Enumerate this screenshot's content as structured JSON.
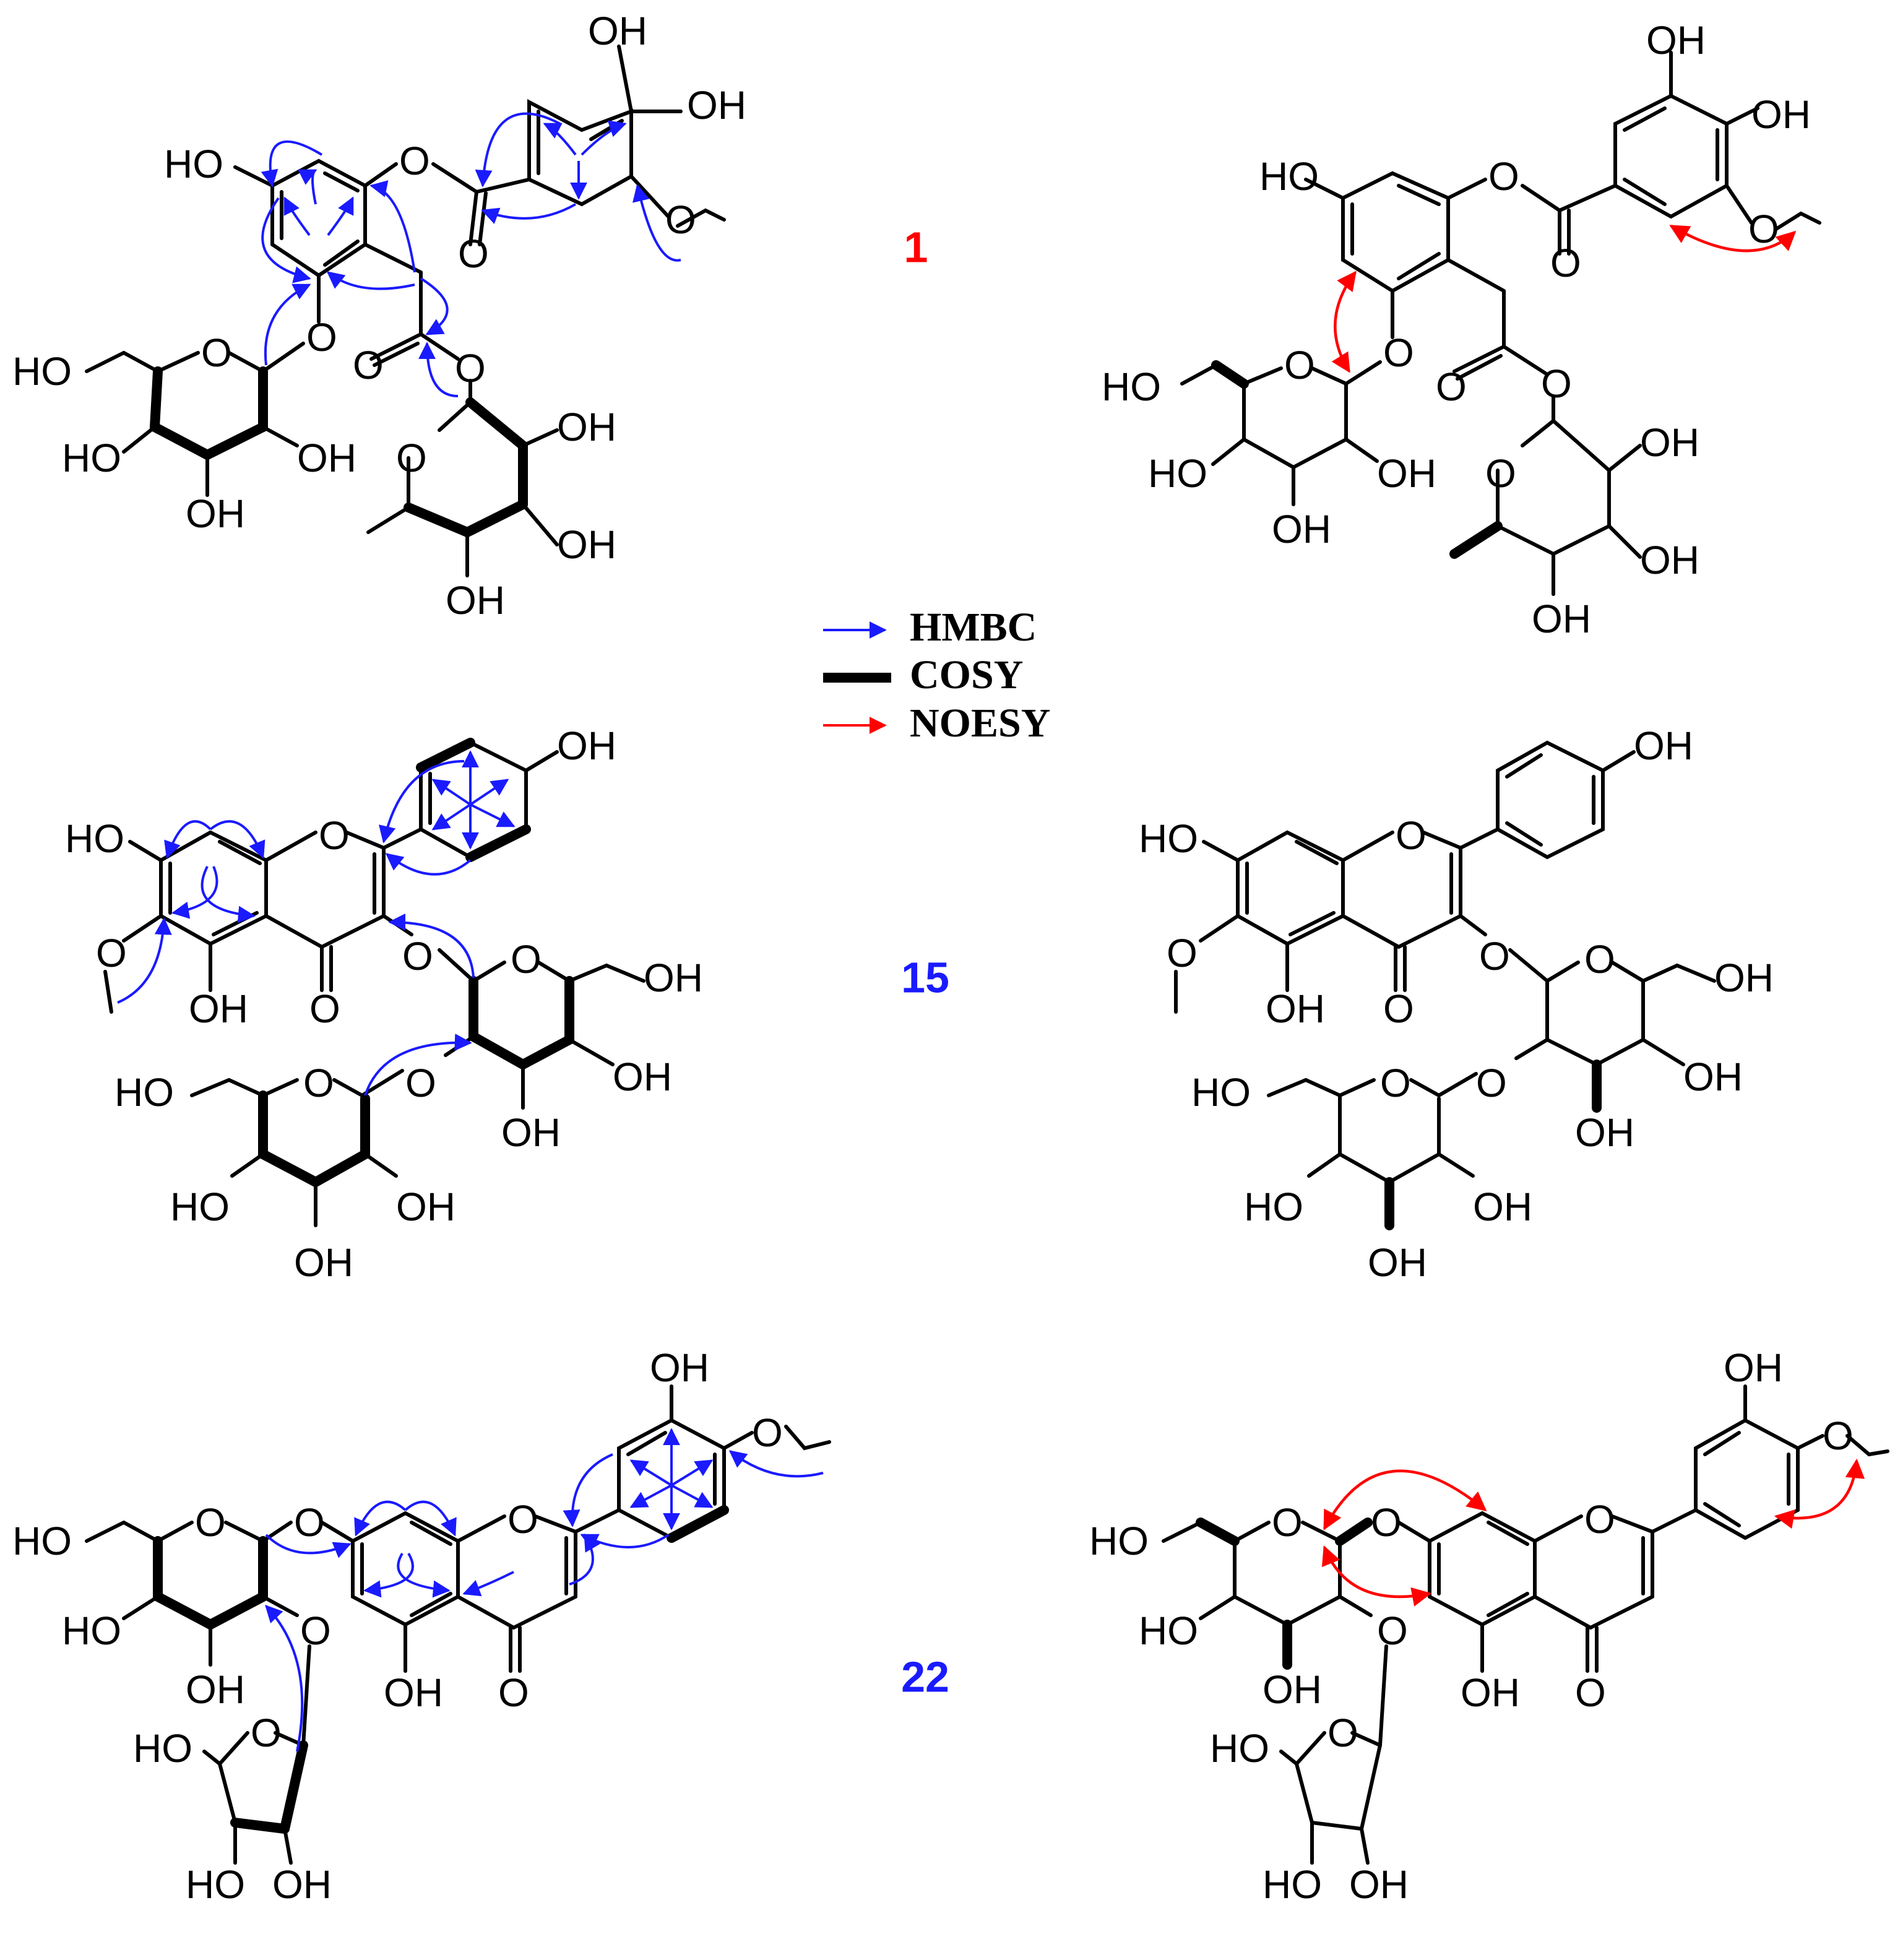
{
  "compounds": [
    {
      "id": "1",
      "label_color": "#ff0000"
    },
    {
      "id": "15",
      "label_color": "#1a1aff"
    },
    {
      "id": "22",
      "label_color": "#1a1aff"
    }
  ],
  "legend": {
    "items": [
      {
        "label": "HMBC",
        "kind": "blue-arrow",
        "color": "#1a1aff"
      },
      {
        "label": "COSY",
        "kind": "bold-bond",
        "color": "#000000"
      },
      {
        "label": "NOESY",
        "kind": "red-arrow",
        "color": "#ff0000"
      }
    ]
  },
  "atom_labels": {
    "oh": "OH",
    "ho": "HO",
    "o": "O"
  },
  "colors": {
    "hmbc": "#1a1aff",
    "noesy": "#ff0000",
    "bond": "#000000"
  }
}
